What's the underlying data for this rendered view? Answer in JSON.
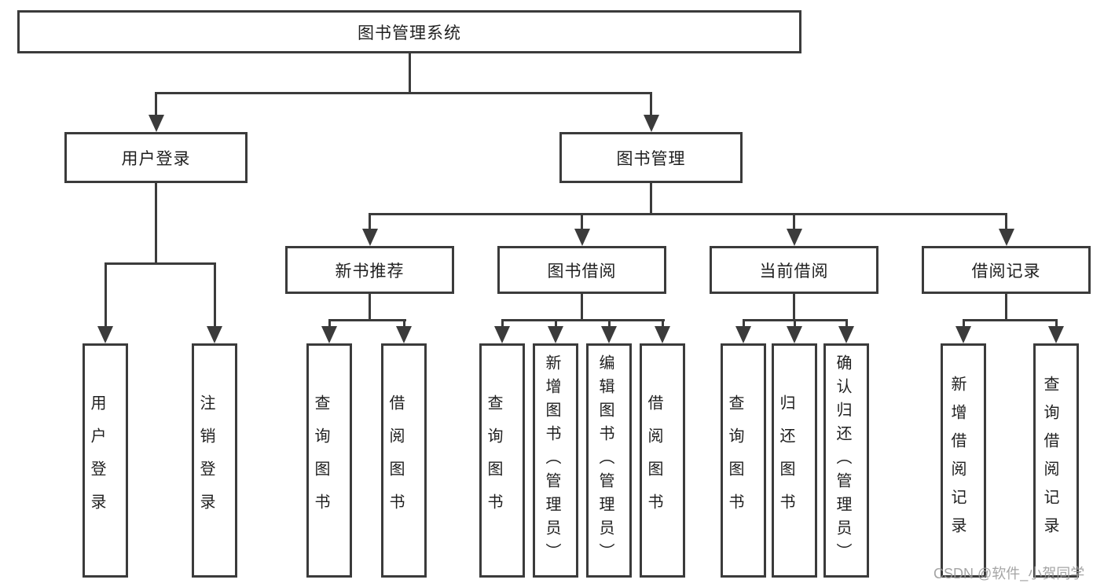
{
  "diagram": {
    "root": {
      "label": "图书管理系统"
    },
    "level2": {
      "user_login": {
        "label": "用户登录"
      },
      "book_management": {
        "label": "图书管理"
      }
    },
    "level3": {
      "new_book_recommend": {
        "label": "新书推荐"
      },
      "book_borrowing": {
        "label": "图书借阅"
      },
      "current_borrowing": {
        "label": "当前借阅"
      },
      "borrowing_records": {
        "label": "借阅记录"
      }
    },
    "leaves": {
      "user_login": {
        "label": "用户登录"
      },
      "logout": {
        "label": "注销登录"
      },
      "nb_query_books": {
        "label": "查询图书"
      },
      "nb_borrow_books": {
        "label": "借阅图书"
      },
      "bb_query_books": {
        "label": "查询图书"
      },
      "bb_add_book_admin": {
        "label": "新增图书（管理员）"
      },
      "bb_edit_book_admin": {
        "label": "编辑图书（管理员）"
      },
      "bb_borrow_books": {
        "label": "借阅图书"
      },
      "cb_query_books": {
        "label": "查询图书"
      },
      "cb_return_books": {
        "label": "归还图书"
      },
      "cb_confirm_return_admin": {
        "label": "确认归还（管理员）"
      },
      "br_add_record": {
        "label": "新增借阅记录"
      },
      "br_query_record": {
        "label": "查询借阅记录"
      }
    }
  },
  "watermark": "CSDN @软件_小贺同学",
  "colors": {
    "line": "#3b3b3b",
    "text": "#1f1f1f",
    "watermark": "#9b9b9b",
    "background": "#ffffff"
  }
}
